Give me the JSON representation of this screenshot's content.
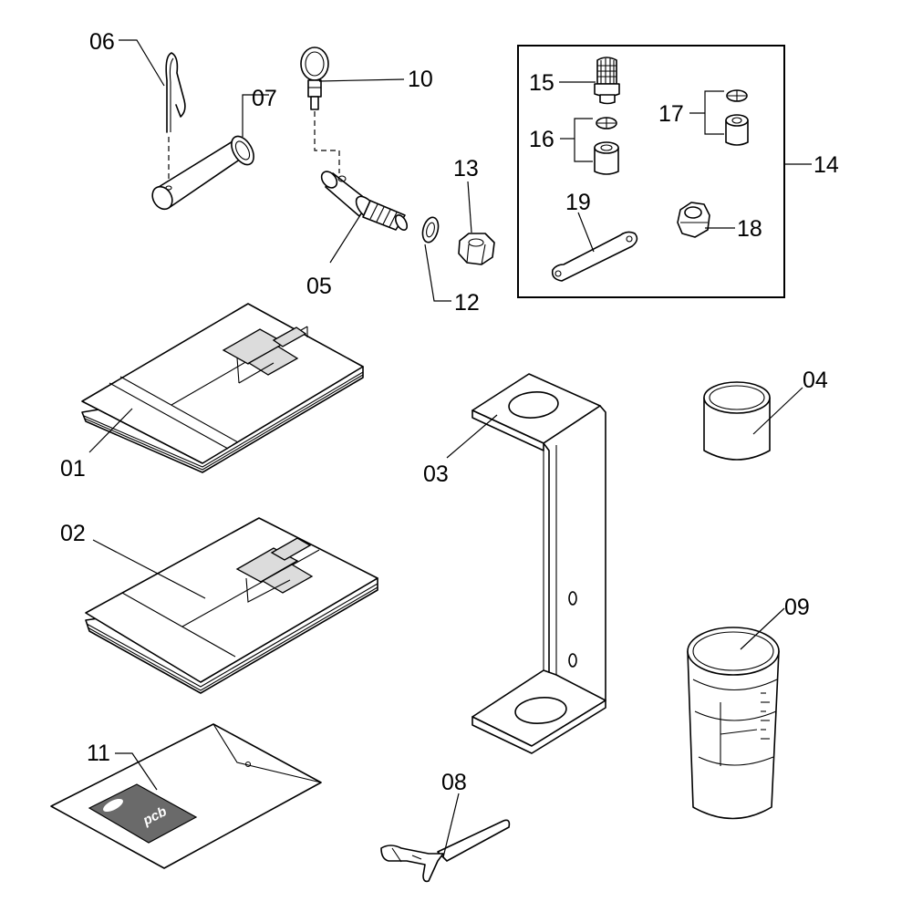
{
  "labels": {
    "p01": "01",
    "p02": "02",
    "p03": "03",
    "p04": "04",
    "p05": "05",
    "p06": "06",
    "p07": "07",
    "p08": "08",
    "p09": "09",
    "p10": "10",
    "p11": "11",
    "p12": "12",
    "p13": "13",
    "p14": "14",
    "p15": "15",
    "p16": "16",
    "p17": "17",
    "p18": "18",
    "p19": "19"
  },
  "logo_text": "pcb",
  "colors": {
    "line": "#000000",
    "background": "#ffffff",
    "shade": "#dcdcdc"
  }
}
